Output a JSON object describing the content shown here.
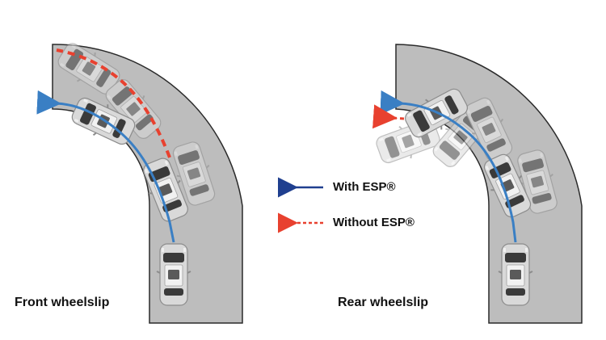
{
  "left_panel": {
    "caption": "Front wheelslip"
  },
  "right_panel": {
    "caption": "Rear wheelslip"
  },
  "legend": {
    "with_esp": "With ESP®",
    "without_esp": "Without ESP®"
  },
  "colors": {
    "road": "#bdbdbd",
    "road_edge": "#2a2a2a",
    "car_body": "#d9d9d9",
    "car_body_ghost": "#c9c9c9",
    "window": "#3a3a3a",
    "path_blue": "#3a7fc4",
    "legend_blue": "#1f3f8f",
    "path_red": "#e8412f"
  }
}
